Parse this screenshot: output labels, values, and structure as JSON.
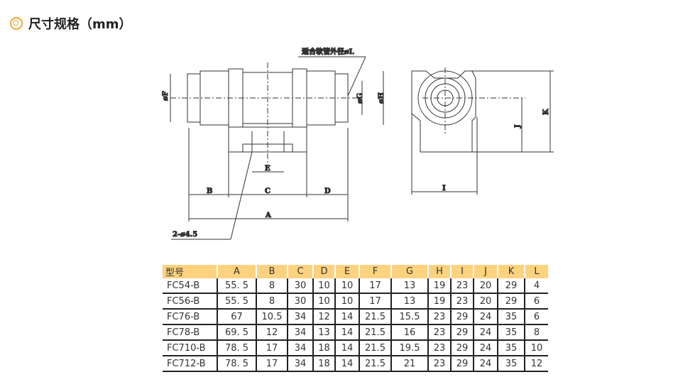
{
  "title": "尺寸规格（mm）",
  "drawing": {
    "phiF": "øF",
    "phiG": "øG",
    "phiH": "øH",
    "B": "B",
    "C": "C",
    "D": "D",
    "E": "E",
    "A": "A",
    "holes": "2-ø4.5",
    "hose": "适合软管外径øL",
    "J": "J",
    "K": "K",
    "I": "I"
  },
  "table": {
    "headers": [
      "型号",
      "A",
      "B",
      "C",
      "D",
      "E",
      "F",
      "G",
      "H",
      "I",
      "J",
      "K",
      "L"
    ],
    "rows": [
      [
        "FC54-B",
        "55. 5",
        "8",
        "30",
        "10",
        "10",
        "17",
        "13",
        "19",
        "23",
        "20",
        "29",
        "4"
      ],
      [
        "FC56-B",
        "55. 5",
        "8",
        "30",
        "10",
        "10",
        "17",
        "13",
        "19",
        "23",
        "20",
        "29",
        "6"
      ],
      [
        "FC76-B",
        "67",
        "10.5",
        "34",
        "12",
        "14",
        "21.5",
        "15.5",
        "23",
        "29",
        "24",
        "35",
        "6"
      ],
      [
        "FC78-B",
        "69. 5",
        "12",
        "34",
        "13",
        "14",
        "21.5",
        "16",
        "23",
        "29",
        "24",
        "35",
        "8"
      ],
      [
        "FC710-B",
        "78. 5",
        "17",
        "34",
        "18",
        "14",
        "21.5",
        "19.5",
        "23",
        "29",
        "24",
        "35",
        "10"
      ],
      [
        "FC712-B",
        "78. 5",
        "17",
        "34",
        "18",
        "14",
        "21.5",
        "21",
        "23",
        "29",
        "24",
        "35",
        "12"
      ]
    ]
  },
  "colors": {
    "header_bg": "#fcd27f",
    "accent": "#f0a830"
  }
}
